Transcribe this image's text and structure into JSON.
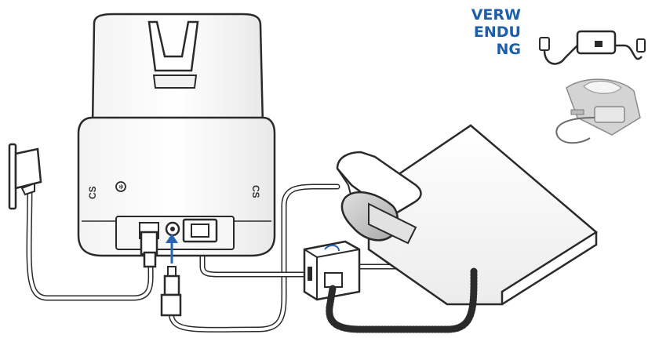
{
  "heading": "VERW\nENDU\nNG",
  "base_labels": {
    "left": "CS",
    "right": "CS"
  },
  "colors": {
    "heading": "#1f5fa8",
    "arrow": "#2a64b0",
    "outline": "#2a2a2a"
  }
}
